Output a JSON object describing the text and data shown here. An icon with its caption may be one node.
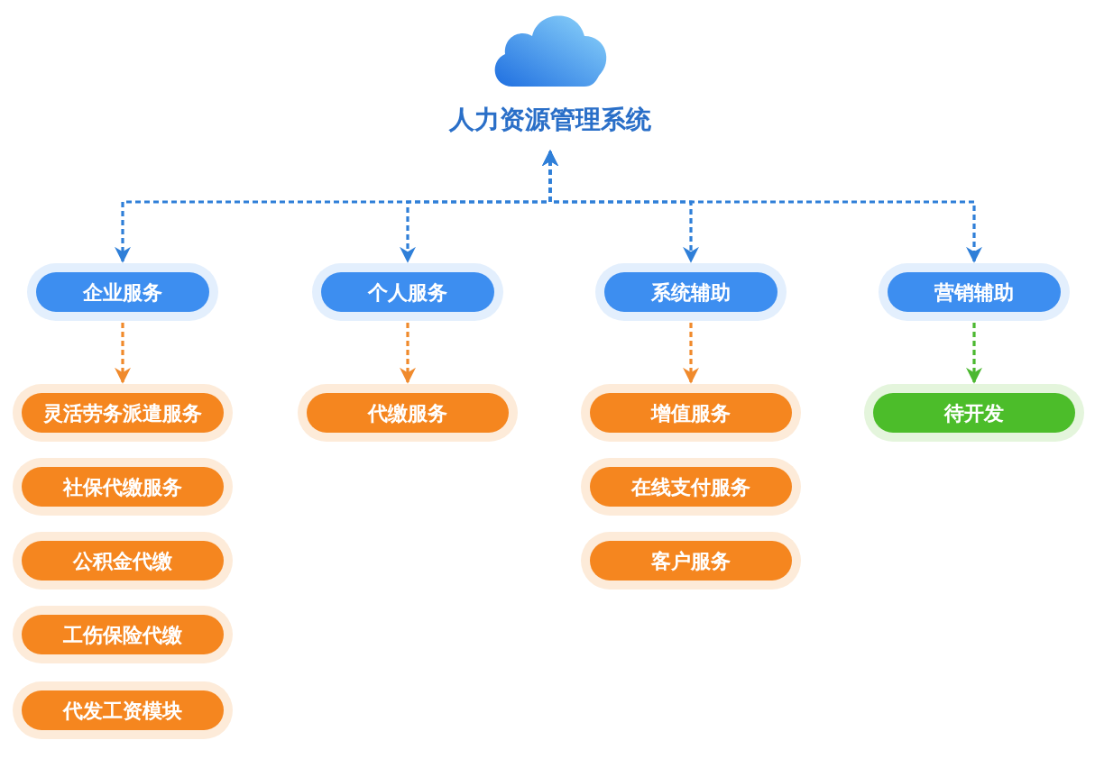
{
  "diagram": {
    "nodes": [
      {
        "text": [
          "人力资源管理系统"
        ]
      },
      {
        "text": [
          "企业服务"
        ]
      },
      {
        "text": [
          "个人服务"
        ]
      },
      {
        "text": [
          "系统辅助"
        ]
      },
      {
        "text": [
          "营销辅助"
        ]
      },
      {
        "text": [
          "灵活劳务派遣服务"
        ]
      },
      {
        "text": [
          "社保代缴服务"
        ]
      },
      {
        "text": [
          "公积金代缴"
        ]
      },
      {
        "text": [
          "工伤保险代缴"
        ]
      },
      {
        "text": [
          "代发工资模块"
        ]
      },
      {
        "text": [
          "代缴服务"
        ]
      },
      {
        "text": [
          "增值服务"
        ]
      },
      {
        "text": [
          "在线支付服务"
        ]
      },
      {
        "text": [
          "客户服务"
        ]
      },
      {
        "text": [
          "待开发"
        ]
      }
    ],
    "edges": [
      {
        "from": 0,
        "to": 1,
        "arrow": "both",
        "style": "dashed",
        "color": "#2f7fd8"
      },
      {
        "from": 0,
        "to": 2,
        "arrow": "both",
        "style": "dashed",
        "color": "#2f7fd8"
      },
      {
        "from": 0,
        "to": 3,
        "arrow": "both",
        "style": "dashed",
        "color": "#2f7fd8"
      },
      {
        "from": 0,
        "to": 4,
        "arrow": "both",
        "style": "dashed",
        "color": "#2f7fd8"
      },
      {
        "from": 1,
        "to": 5,
        "arrow": "to",
        "style": "dashed",
        "color": "#f08a2c"
      },
      {
        "from": 2,
        "to": 10,
        "arrow": "to",
        "style": "dashed",
        "color": "#f08a2c"
      },
      {
        "from": 3,
        "to": 11,
        "arrow": "to",
        "style": "dashed",
        "color": "#f08a2c"
      },
      {
        "from": 4,
        "to": 14,
        "arrow": "to",
        "style": "dashed",
        "color": "#4cb830"
      }
    ]
  }
}
